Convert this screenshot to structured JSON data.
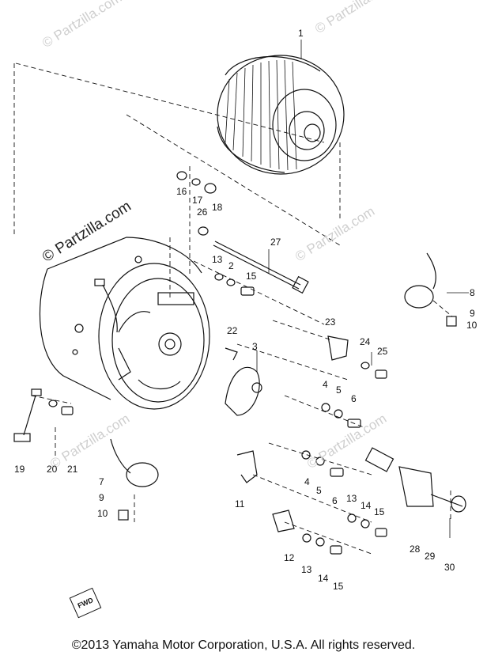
{
  "watermark": "© Partzilla.com",
  "copyright": "©2013  Yamaha Motor Corporation, U.S.A. All rights reserved.",
  "fwd_mark": "FWD",
  "callouts": [
    "1",
    "16",
    "17",
    "18",
    "26",
    "27",
    "13",
    "2",
    "15",
    "8",
    "9",
    "10",
    "22",
    "3",
    "23",
    "24",
    "25",
    "4",
    "5",
    "6",
    "19",
    "20",
    "21",
    "7",
    "9",
    "10",
    "11",
    "4",
    "5",
    "6",
    "13",
    "14",
    "15",
    "12",
    "13",
    "14",
    "15",
    "28",
    "29",
    "30"
  ]
}
